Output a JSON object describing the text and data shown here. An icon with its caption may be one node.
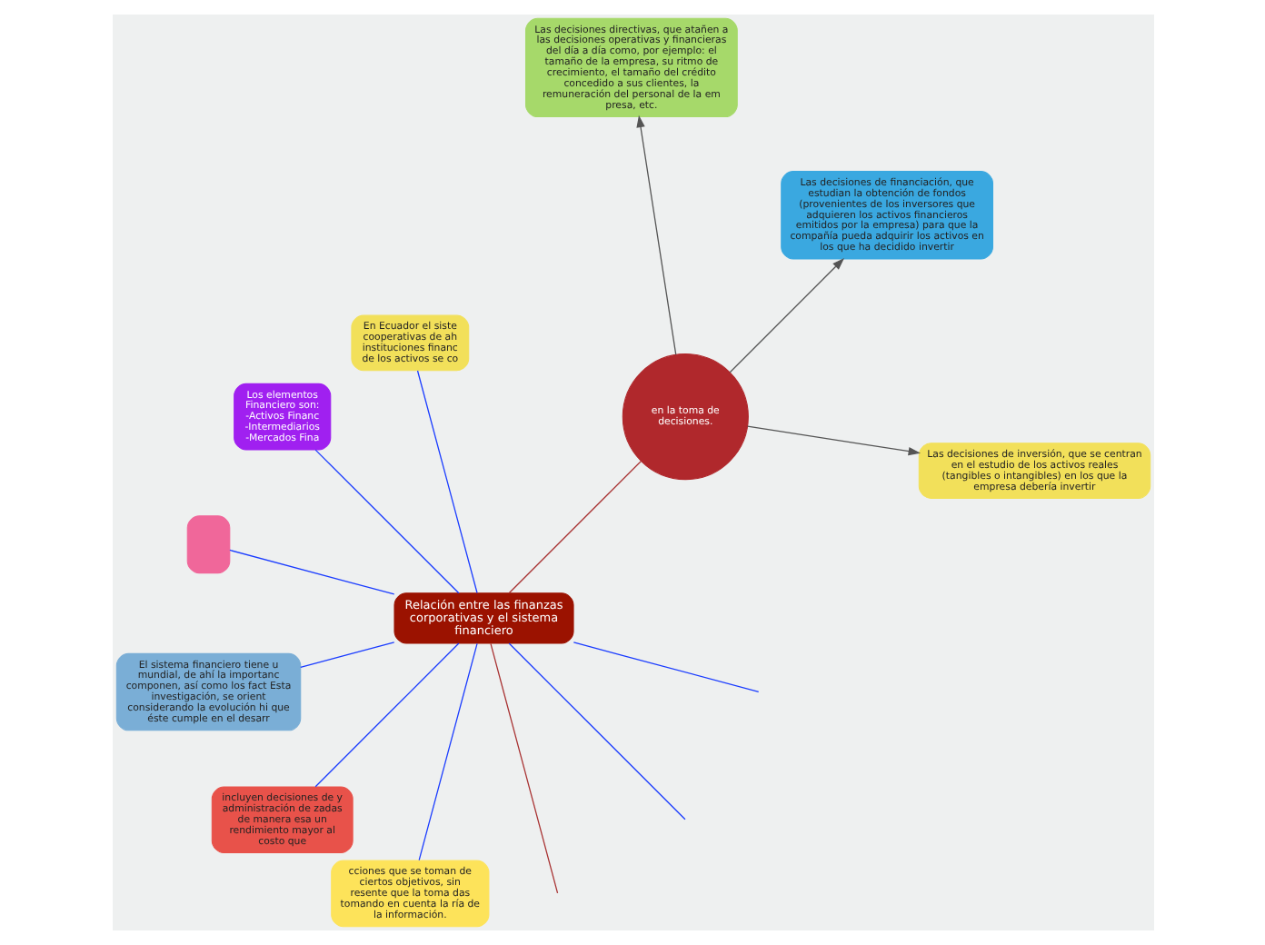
{
  "diagram": {
    "nodes": [
      {
        "text": [
          "Relación entre las finanzas corporativas y el sistema financiero"
        ]
      },
      {
        "text": [
          "en la toma de decisiones."
        ]
      },
      {
        "text": [
          "Las decisiones de inversión, que se centran en el estudio de los activos reales (tangibles o intangibles) en los que la empresa debería invertir"
        ]
      },
      {
        "text": [
          "Las decisiones de financiación, que estudian la obtención de fondos (provenientes de los inversores que adquieren los activos financieros emitidos por la empresa) para que la compañía pueda adquirir los activos en los que ha decidido invertir"
        ]
      },
      {
        "text": [
          "Las decisiones directivas, que atañen a las decisiones operativas y financieras del día a día como, por ejemplo: el tamaño de la empresa, su ritmo de crecimiento, el tamaño del crédito concedido a sus clientes, la remuneración del personal de la em presa, etc."
        ]
      },
      {
        "text": [
          "En Ecuador el siste cooperativas de ah instituciones financ de los activos se co"
        ]
      },
      {
        "text": [
          "Los elementos Financiero son: -Activos Financ -Intermediarios -Mercados Fina"
        ]
      },
      {
        "text": [],
        "shape": "box"
      },
      {
        "text": [
          "El sistema financiero tiene u mundial, de ahí la importanc componen, así como los fact Esta investigación, se orient considerando la evolución hi que éste cumple en el desarr"
        ]
      },
      {
        "text": [
          "incluyen decisiones de y administración de zadas de manera esa un rendimiento mayor al costo que"
        ]
      },
      {
        "text": [
          "cciones que se toman de ciertos objetivos, sin resente que la toma das tomando en cuenta la ría de la información."
        ]
      }
    ],
    "edges": [
      {
        "from": 0,
        "to": 1,
        "arrow": "none",
        "color": "#a83232"
      },
      {
        "from": 0,
        "to": null,
        "arrow": "none",
        "color": "#a83232"
      },
      {
        "from": 0,
        "to": null,
        "arrow": "none"
      },
      {
        "from": 0,
        "to": 5,
        "arrow": "none"
      },
      {
        "from": 0,
        "to": 6,
        "arrow": "none"
      },
      {
        "from": 0,
        "to": 7,
        "arrow": "none"
      },
      {
        "from": 0,
        "to": 8,
        "arrow": "none"
      },
      {
        "from": 0,
        "to": null,
        "arrow": "none"
      },
      {
        "from": 0,
        "to": 9,
        "arrow": "none"
      },
      {
        "from": 0,
        "to": 10,
        "arrow": "none"
      },
      {
        "from": 1,
        "to": 2,
        "arrow": "to",
        "color": "#555555"
      },
      {
        "from": 1,
        "to": 3,
        "arrow": "to",
        "color": "#555555"
      },
      {
        "from": 1,
        "to": 4,
        "arrow": "to",
        "color": "#555555"
      }
    ]
  }
}
